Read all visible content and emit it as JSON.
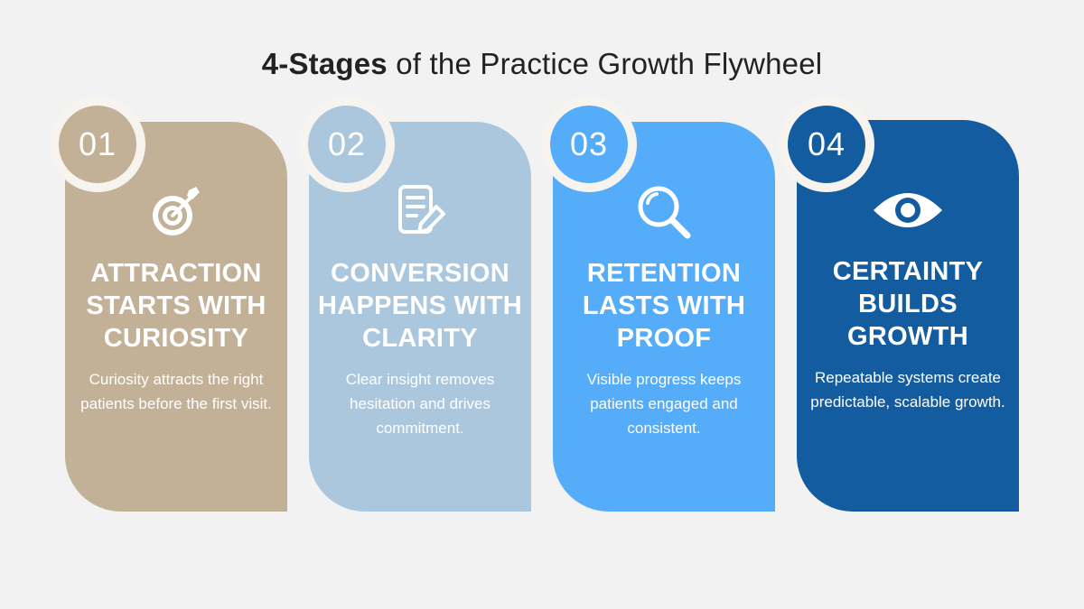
{
  "title": {
    "bold": "4-Stages",
    "rest": " of the Practice Growth Flywheel"
  },
  "colors": {
    "background": "#f2f2f2",
    "stage1": "#c2b197",
    "stage2": "#abc7de",
    "stage3": "#55acf9",
    "stage4": "#135ca0",
    "badge_ring": "#f7f4f0",
    "text": "#ffffff"
  },
  "stages": [
    {
      "number": "01",
      "icon": "target-icon",
      "heading": "ATTRACTION STARTS WITH CURIOSITY",
      "description": "Curiosity attracts the right patients before the first visit."
    },
    {
      "number": "02",
      "icon": "document-edit-icon",
      "heading": "CONVERSION HAPPENS WITH CLARITY",
      "description": "Clear insight removes hesitation and drives commitment."
    },
    {
      "number": "03",
      "icon": "magnifier-icon",
      "heading": "RETENTION LASTS WITH PROOF",
      "description": "Visible progress keeps patients engaged and consistent."
    },
    {
      "number": "04",
      "icon": "eye-icon",
      "heading": "CERTAINTY BUILDS GROWTH",
      "description": "Repeatable systems create predictable, scalable growth."
    }
  ]
}
